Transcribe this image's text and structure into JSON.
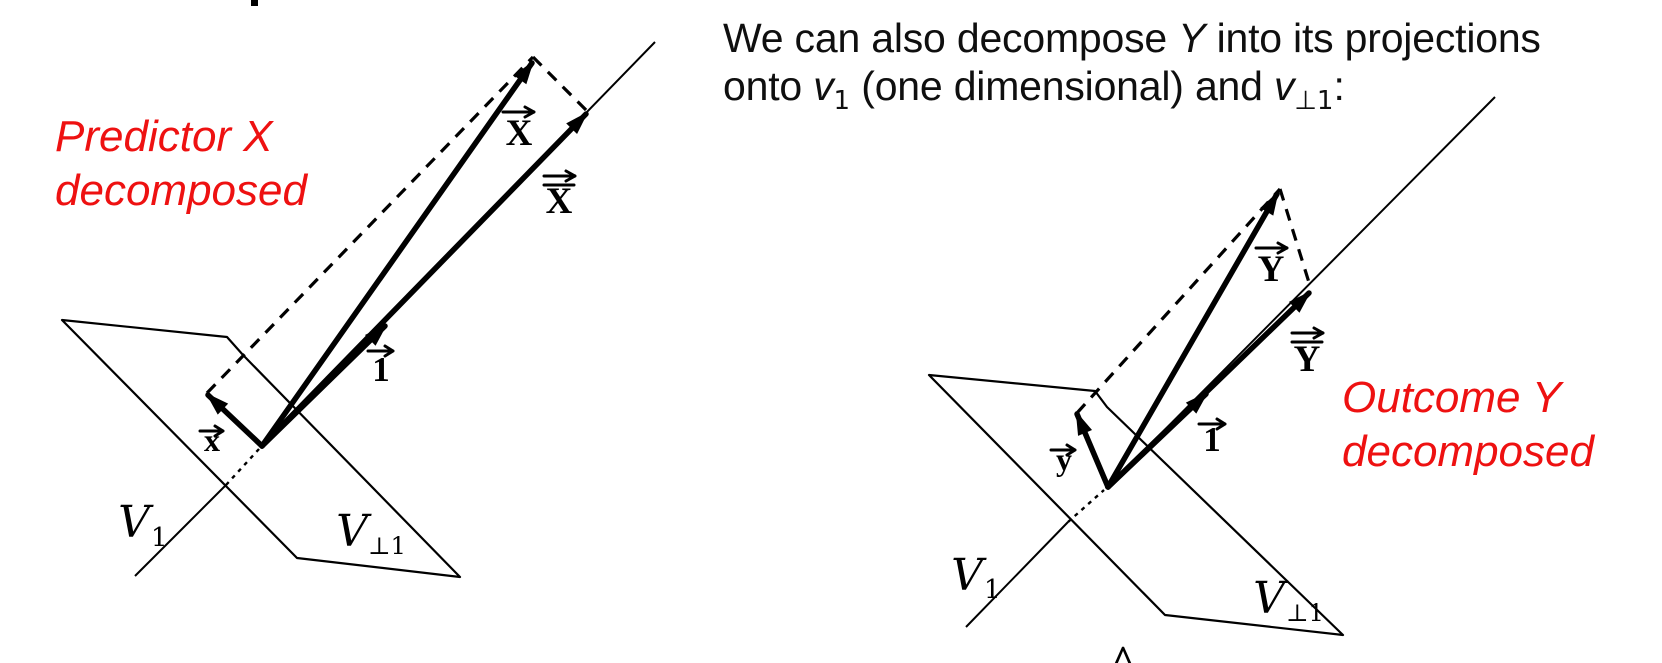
{
  "colors": {
    "background": "#ffffff",
    "ink": "#000000",
    "text": "#0f0f0f",
    "annotation_red": "#ee1111"
  },
  "intro": {
    "l1a": "We can also decompose ",
    "l1b": "Y",
    "l1c": " into its projections",
    "l2a": "onto ",
    "l2b": "v",
    "l2b_sub": "1",
    "l2c": " (one dimensional) and ",
    "l2d": "v",
    "l2d_sub": "⊥1",
    "l2e": ":"
  },
  "annotations": {
    "predictor": {
      "line1": "Predictor X",
      "line2": "decomposed"
    },
    "outcome": {
      "line1": "Outcome Y",
      "line2": "decomposed"
    }
  },
  "left_diagram": {
    "labels": {
      "X": "X",
      "Xbar": "X",
      "one": "1",
      "x": "x",
      "v1": "V",
      "v1_sub": "1",
      "vperp": "V",
      "vperp_sub": "⊥1"
    }
  },
  "right_diagram": {
    "labels": {
      "Y": "Y",
      "Ybar": "Y",
      "one": "1",
      "y": "y",
      "v1": "V",
      "v1_sub": "1",
      "vperp": "V",
      "vperp_sub": "⊥1"
    }
  },
  "fragments": {
    "hat": "^"
  }
}
